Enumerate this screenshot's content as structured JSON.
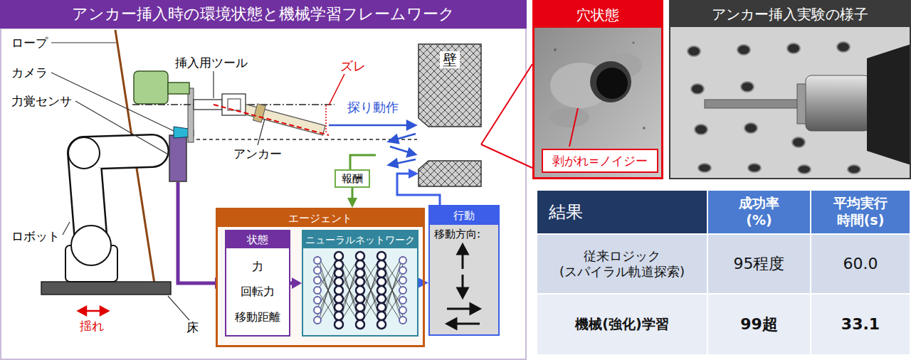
{
  "diagram": {
    "title": "アンカー挿入時の環境状態と機械学習フレームワーク",
    "nodes": [
      {
        "text": [
          "壁"
        ]
      },
      {
        "text": [
          "報酬"
        ]
      },
      {
        "text": [
          "エージェント"
        ]
      },
      {
        "text": [
          "状態",
          "力",
          "回転力",
          "移動距離"
        ],
        "in": 2
      },
      {
        "text": [
          "ニューラルネットワーク"
        ],
        "in": 2
      },
      {
        "text": [
          "行動",
          "移動方向:"
        ]
      },
      {
        "text": [
          "穴状態"
        ]
      },
      {
        "text": [
          "剥がれ=ノイジー"
        ],
        "in": 6
      },
      {
        "text": [
          "アンカー挿入実験の様子"
        ]
      }
    ],
    "edges": [
      {
        "from": 3,
        "to": 4,
        "arrow": "to"
      },
      {
        "from": 4,
        "to": 5,
        "arrow": "to"
      },
      {
        "from": 5,
        "to": 0,
        "arrow": "to"
      },
      {
        "from": 1,
        "to": 2,
        "arrow": "to"
      },
      {
        "from": 0,
        "to": 6,
        "arrow": "none"
      }
    ],
    "labels": [
      "ロープ",
      "カメラ",
      "力覚センサ",
      "ロボット",
      "挿入用ツール",
      "アンカー",
      "ズレ",
      "探り動作",
      "揺れ",
      "床",
      "結果",
      "成功率 (%)",
      "平均実行 時間(s)",
      "従来ロジック (スパイラル軌道探索)",
      "95程度",
      "60.0",
      "機械(強化)学習",
      "99超",
      "33.1"
    ]
  }
}
